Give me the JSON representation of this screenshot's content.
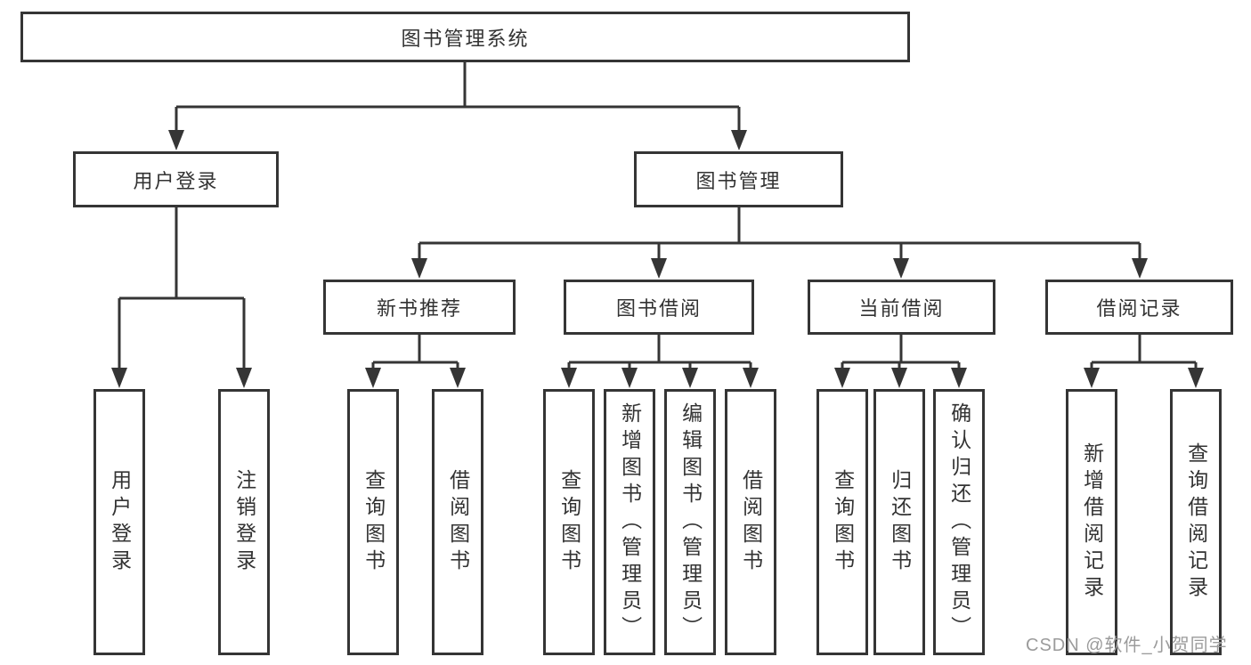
{
  "colors": {
    "line": "#353535",
    "text": "#333333",
    "background": "#ffffff",
    "watermark": "#9b9b9b"
  },
  "tree": {
    "root": {
      "label": "图书管理系统"
    },
    "branches": [
      {
        "label": "用户登录",
        "parent": "图书管理系统"
      },
      {
        "label": "图书管理",
        "parent": "图书管理系统"
      }
    ],
    "groups": [
      {
        "label": "新书推荐",
        "parent": "图书管理"
      },
      {
        "label": "图书借阅",
        "parent": "图书管理"
      },
      {
        "label": "当前借阅",
        "parent": "图书管理"
      },
      {
        "label": "借阅记录",
        "parent": "图书管理"
      }
    ],
    "leaves": [
      {
        "label": "用户登录",
        "parent": "用户登录"
      },
      {
        "label": "注销登录",
        "parent": "用户登录"
      },
      {
        "label": "查询图书",
        "parent": "新书推荐"
      },
      {
        "label": "借阅图书",
        "parent": "新书推荐"
      },
      {
        "label": "查询图书",
        "parent": "图书借阅"
      },
      {
        "label": "新增图书（管理员）",
        "parent": "图书借阅"
      },
      {
        "label": "编辑图书（管理员）",
        "parent": "图书借阅"
      },
      {
        "label": "借阅图书",
        "parent": "图书借阅"
      },
      {
        "label": "查询图书",
        "parent": "当前借阅"
      },
      {
        "label": "归还图书",
        "parent": "当前借阅"
      },
      {
        "label": "确认归还（管理员）",
        "parent": "当前借阅"
      },
      {
        "label": "新增借阅记录",
        "parent": "借阅记录"
      },
      {
        "label": "查询借阅记录",
        "parent": "借阅记录"
      }
    ]
  },
  "watermark": {
    "text": "CSDN @软件_小贺同学"
  }
}
